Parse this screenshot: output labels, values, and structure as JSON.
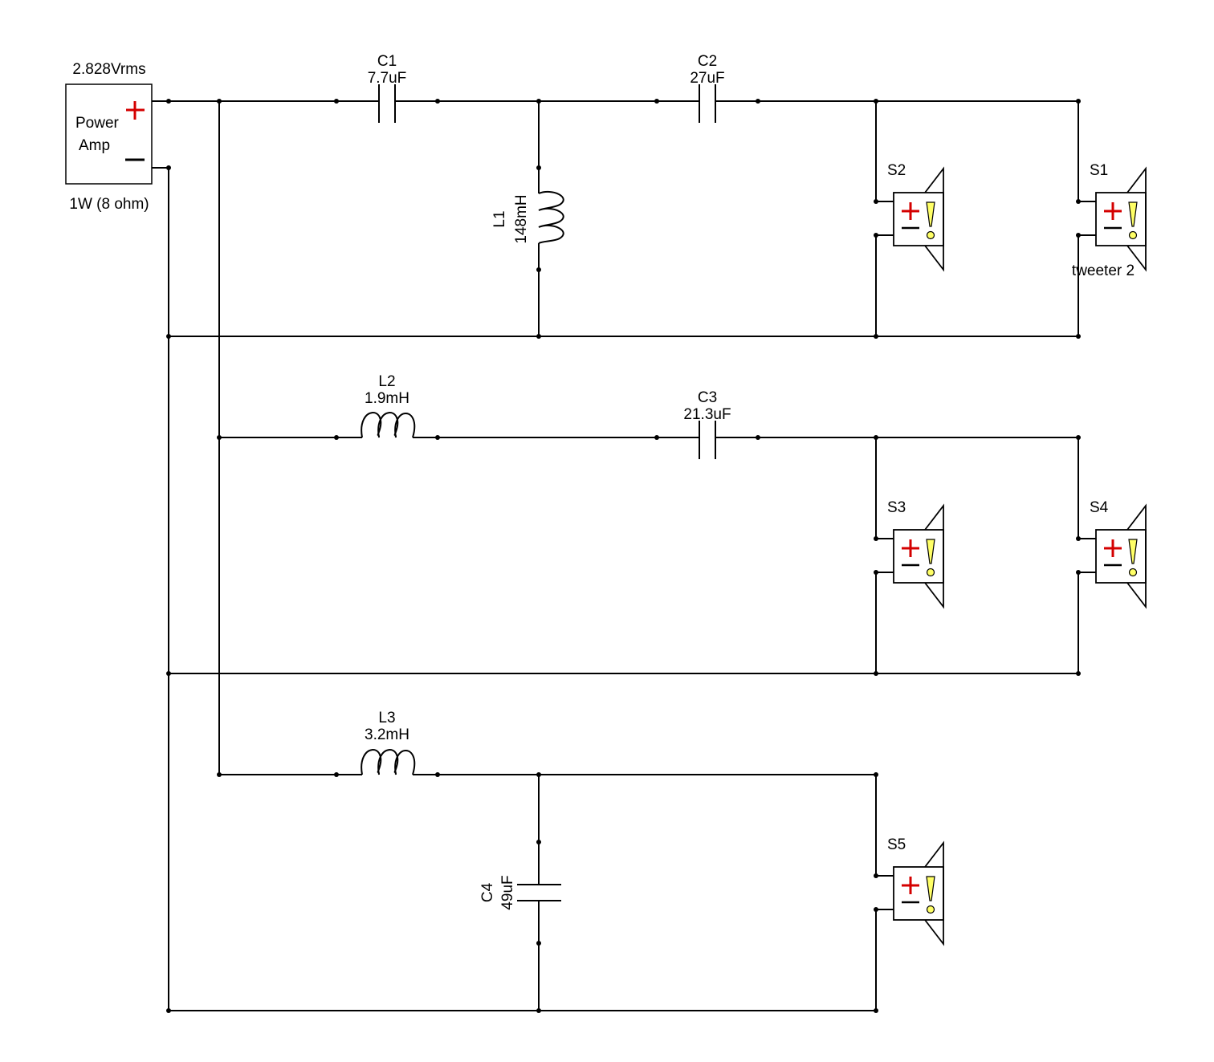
{
  "amp": {
    "voltage": "2.828Vrms",
    "label_line1": "Power",
    "label_line2": "Amp",
    "power": "1W (8 ohm)"
  },
  "components": {
    "C1": {
      "name": "C1",
      "value": "7.7uF"
    },
    "C2": {
      "name": "C2",
      "value": "27uF"
    },
    "C3": {
      "name": "C3",
      "value": "21.3uF"
    },
    "C4": {
      "name": "C4",
      "value": "49uF"
    },
    "L1": {
      "name": "L1",
      "value": "148mH"
    },
    "L2": {
      "name": "L2",
      "value": "1.9mH"
    },
    "L3": {
      "name": "L3",
      "value": "3.2mH"
    }
  },
  "speakers": {
    "S1": {
      "name": "S1",
      "note": "tweeter 2"
    },
    "S2": {
      "name": "S2"
    },
    "S3": {
      "name": "S3"
    },
    "S4": {
      "name": "S4"
    },
    "S5": {
      "name": "S5"
    }
  },
  "colors": {
    "polarity_red": "#d40000",
    "warning_yellow": "#ffff66",
    "wire": "#000000"
  }
}
